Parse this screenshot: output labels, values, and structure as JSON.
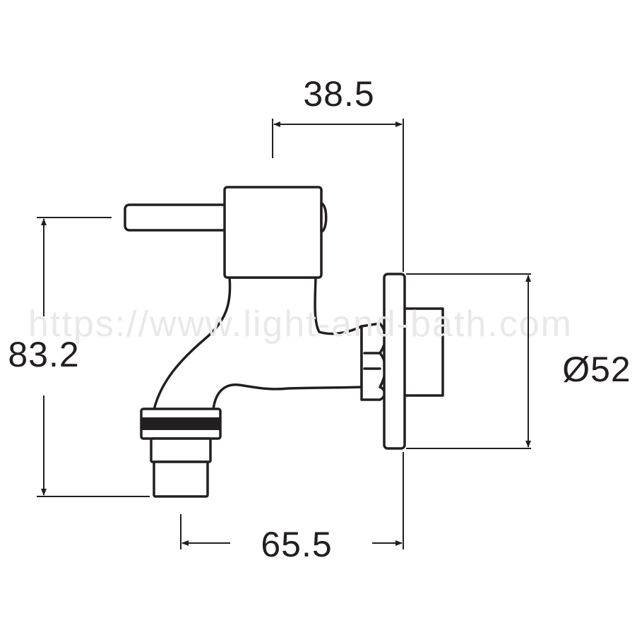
{
  "dimensions": {
    "top_width": "38.5",
    "overall_height": "83.2",
    "flange_diameter": "Ø52",
    "overall_length": "65.5"
  },
  "watermark": "https://www.light-and-bath.com",
  "colors": {
    "line": "#231f20",
    "background": "#ffffff",
    "watermark": "#e9e9e9"
  }
}
